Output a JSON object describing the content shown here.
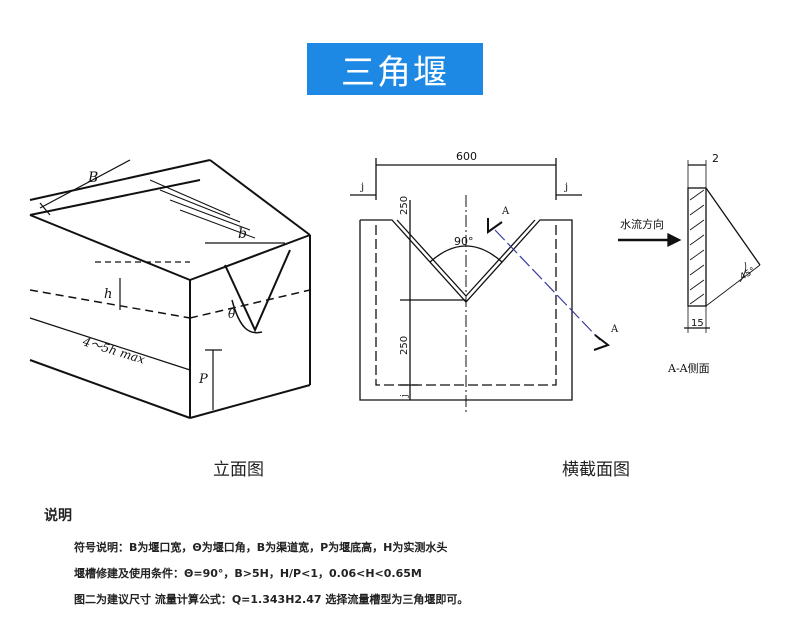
{
  "title": "三角堰",
  "left_diagram": {
    "caption": "立面图",
    "labels": {
      "B": "B",
      "b": "b",
      "h": "h",
      "P": "P",
      "theta": "θ",
      "len": "4～5h max"
    }
  },
  "right_diagram": {
    "caption": "横截面图",
    "dims": {
      "top_width": "600",
      "j_left": "j",
      "j_right": "j",
      "h_upper": "250",
      "h_lower": "250",
      "j_bottom": "j",
      "angle": "90°",
      "section_mark_top": "A",
      "section_mark_bottom": "A"
    }
  },
  "side_view": {
    "flow_label": "水流方向",
    "thickness": "2",
    "width": "15",
    "angle": "45°",
    "caption": "A-A侧面"
  },
  "notes": {
    "heading": "说明",
    "line1": "符号说明：B为堰口宽，Θ为堰口角，B为渠道宽，P为堰底高，H为实测水头",
    "line2": "堰槽修建及使用条件：Θ=90°，B>5H，H/P<1，0.06<H<0.65M",
    "line3": "图二为建议尺寸    流量计算公式：Q=1.343H2.47   选择流量槽型为三角堰即可。"
  }
}
